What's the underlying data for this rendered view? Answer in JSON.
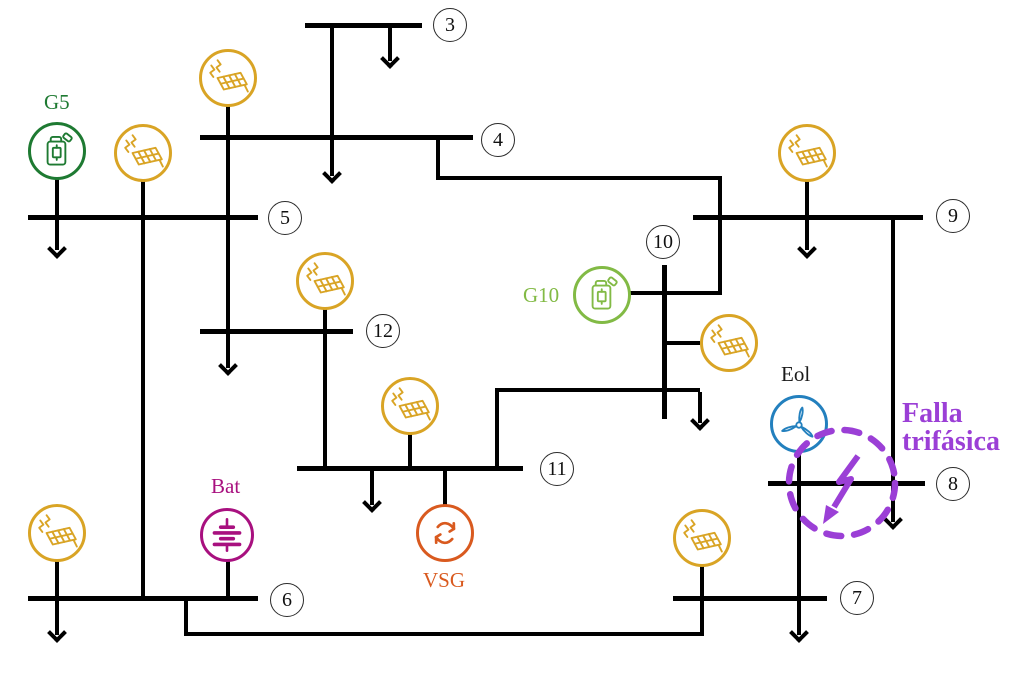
{
  "diagram": {
    "type": "power-system-single-line-diagram",
    "bus_labels": {
      "b3": "3",
      "b4": "4",
      "b5": "5",
      "b6": "6",
      "b7": "7",
      "b8": "8",
      "b9": "9",
      "b10": "10",
      "b11": "11",
      "b12": "12"
    },
    "device_labels": {
      "g5": "G5",
      "g10": "G10",
      "battery": "Bat",
      "vsg": "VSG",
      "wind": "Eol"
    },
    "fault_annotation": {
      "line1": "Falla",
      "line2": "trifásica"
    },
    "devices": {
      "solar_pv_count": 8,
      "g5": {
        "label": "G5",
        "icon": "fuel-generator-icon"
      },
      "g10": {
        "label": "G10",
        "icon": "fuel-generator-icon"
      },
      "battery": {
        "label": "Bat",
        "icon": "battery-icon"
      },
      "vsg": {
        "label": "VSG",
        "icon": "sync-arrows-icon"
      },
      "wind": {
        "label": "Eol",
        "icon": "wind-turbine-icon"
      },
      "fault": {
        "icon": "lightning-fault-icon"
      }
    },
    "colors": {
      "solar": "#D9A425",
      "generator_g5": "#1E7A32",
      "generator_g10": "#82BA45",
      "battery": "#A8107F",
      "vsg": "#D95A1F",
      "wind": "#2380BE",
      "fault": "#9B3FD6",
      "line": "#000000"
    }
  }
}
